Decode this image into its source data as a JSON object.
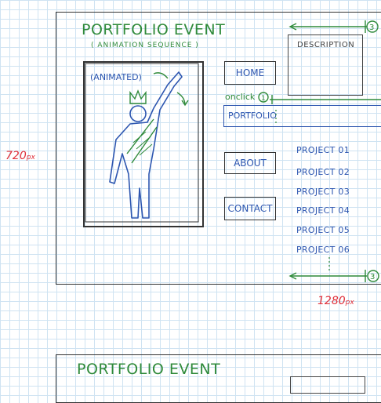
{
  "sketch": {
    "title": "PORTFOLIO EVENT",
    "subtitle": "( ANIMATION SEQUENCE )",
    "animated_label": "(ANIMATED)",
    "description_label": "DESCRIPTION",
    "nav": {
      "home": "HOME",
      "portfolio": "PORTFOLIO",
      "about": "ABOUT",
      "contact": "CONTACT"
    },
    "onclick_label": "onclick",
    "step_top": "3",
    "step_middle": "1",
    "step_bottom": "3",
    "projects": [
      "PROJECT 01",
      "PROJECT 02",
      "PROJECT 03",
      "PROJECT 04",
      "PROJECT 05",
      "PROJECT 06"
    ],
    "height_label": "720",
    "height_unit": "px",
    "width_label": "1280",
    "width_unit": "px",
    "second_title": "PORTFOLIO EVENT"
  },
  "colors": {
    "annotation_green": "#2f8a3a",
    "sketch_blue": "#2d56b0",
    "dimension_red": "#e0303a",
    "outline": "#333333",
    "grid": "#cfe3f2"
  }
}
